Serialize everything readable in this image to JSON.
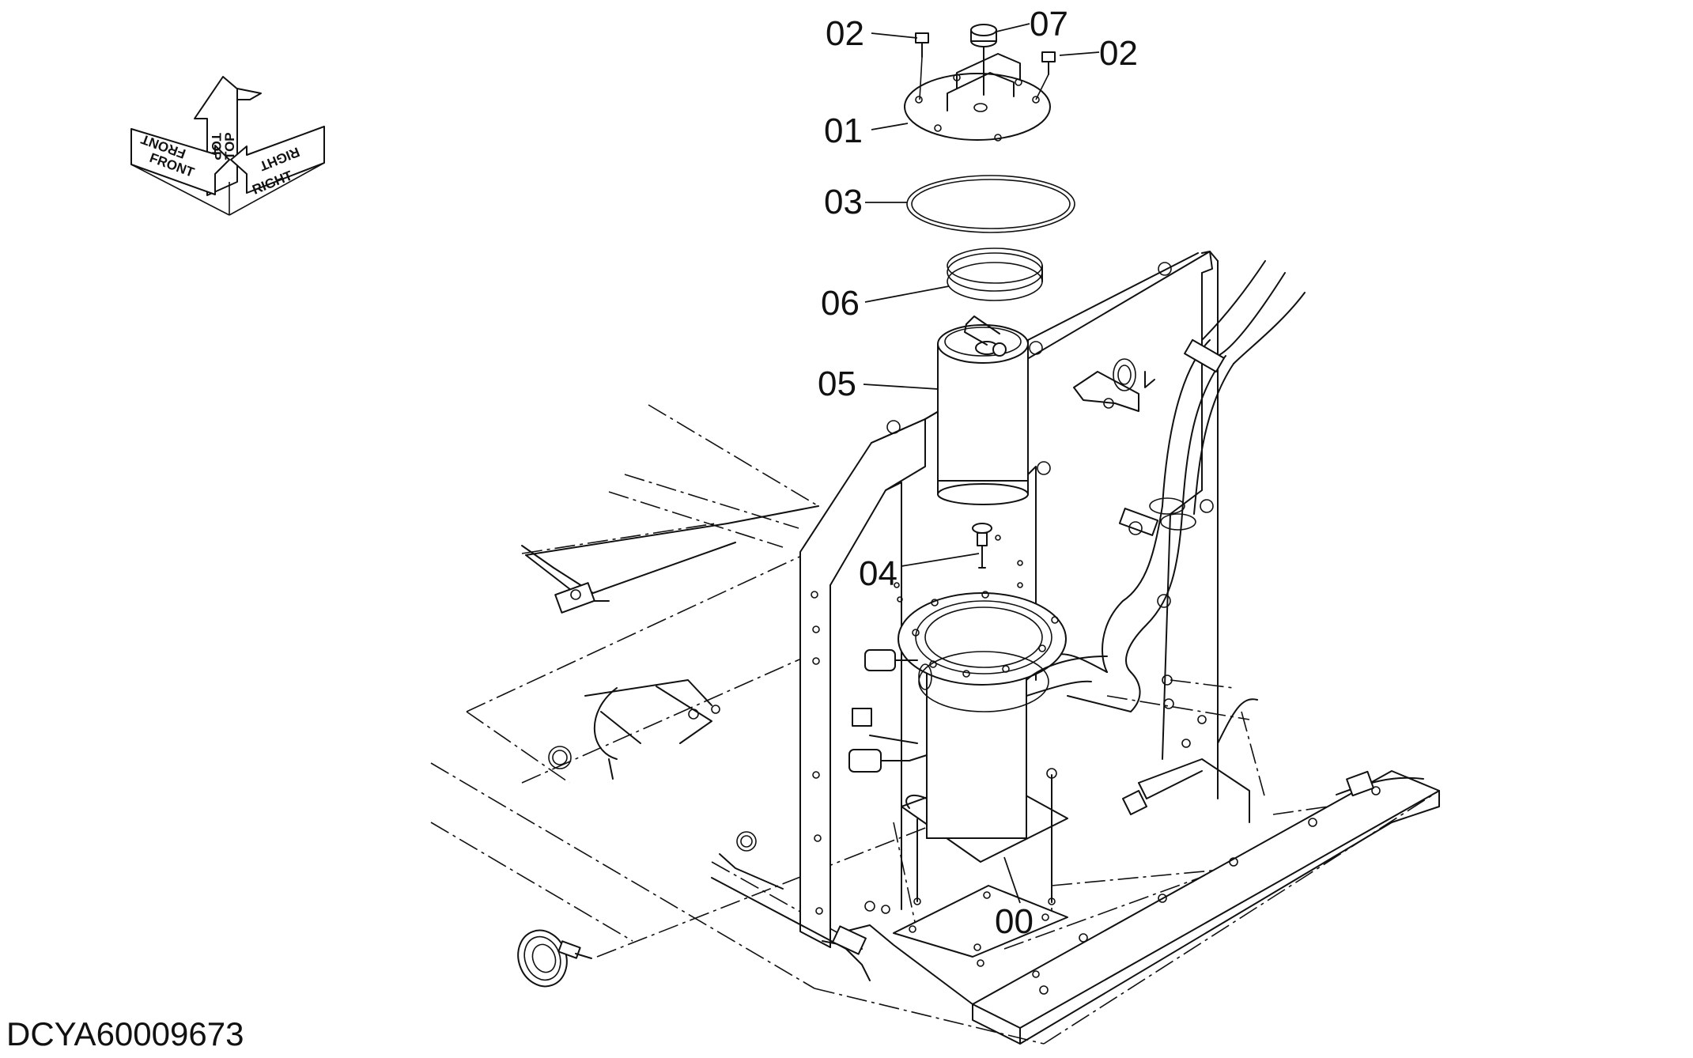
{
  "orientation": {
    "front": "FRONT",
    "top": "TOP",
    "right": "RIGHT"
  },
  "callouts": [
    {
      "id": "00",
      "label": "00"
    },
    {
      "id": "01",
      "label": "01"
    },
    {
      "id": "02a",
      "label": "02"
    },
    {
      "id": "02b",
      "label": "02"
    },
    {
      "id": "03",
      "label": "03"
    },
    {
      "id": "04",
      "label": "04"
    },
    {
      "id": "05",
      "label": "05"
    },
    {
      "id": "06",
      "label": "06"
    },
    {
      "id": "07",
      "label": "07"
    }
  ],
  "drawing_code": "DCYA60009673"
}
